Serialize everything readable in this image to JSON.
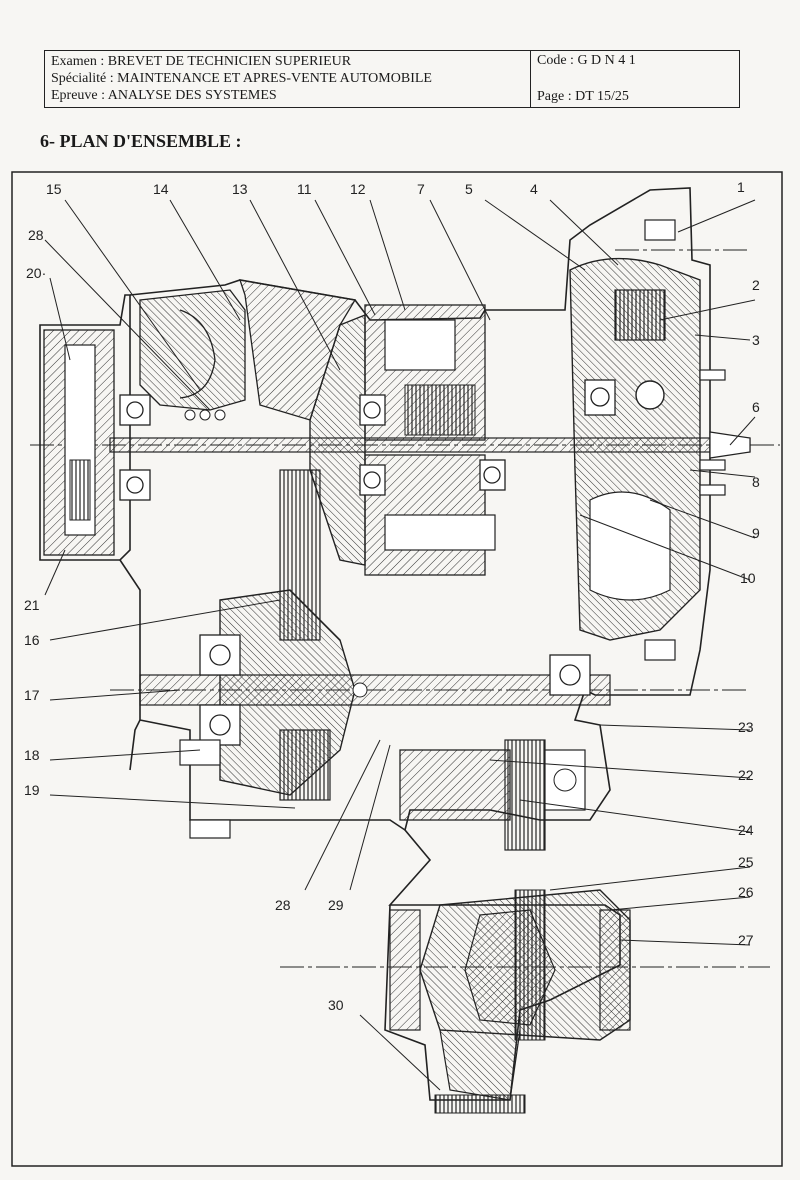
{
  "header": {
    "examen": "Examen : BREVET DE TECHNICIEN SUPERIEUR",
    "specialite": "Spécialité : MAINTENANCE ET APRES-VENTE AUTOMOBILE",
    "epreuve": "Epreuve : ANALYSE DES SYSTEMES",
    "code": "Code : G D N 4 1",
    "page": "Page : DT 15/25"
  },
  "section_title": "6- PLAN D'ENSEMBLE :",
  "drawing": {
    "callouts": [
      "1",
      "2",
      "3",
      "4",
      "5",
      "6",
      "7",
      "8",
      "9",
      "10",
      "11",
      "12",
      "13",
      "14",
      "15",
      "16",
      "17",
      "18",
      "19",
      "20·",
      "21",
      "22",
      "23",
      "24",
      "25",
      "26",
      "27",
      "28",
      "28",
      "29",
      "30"
    ]
  }
}
